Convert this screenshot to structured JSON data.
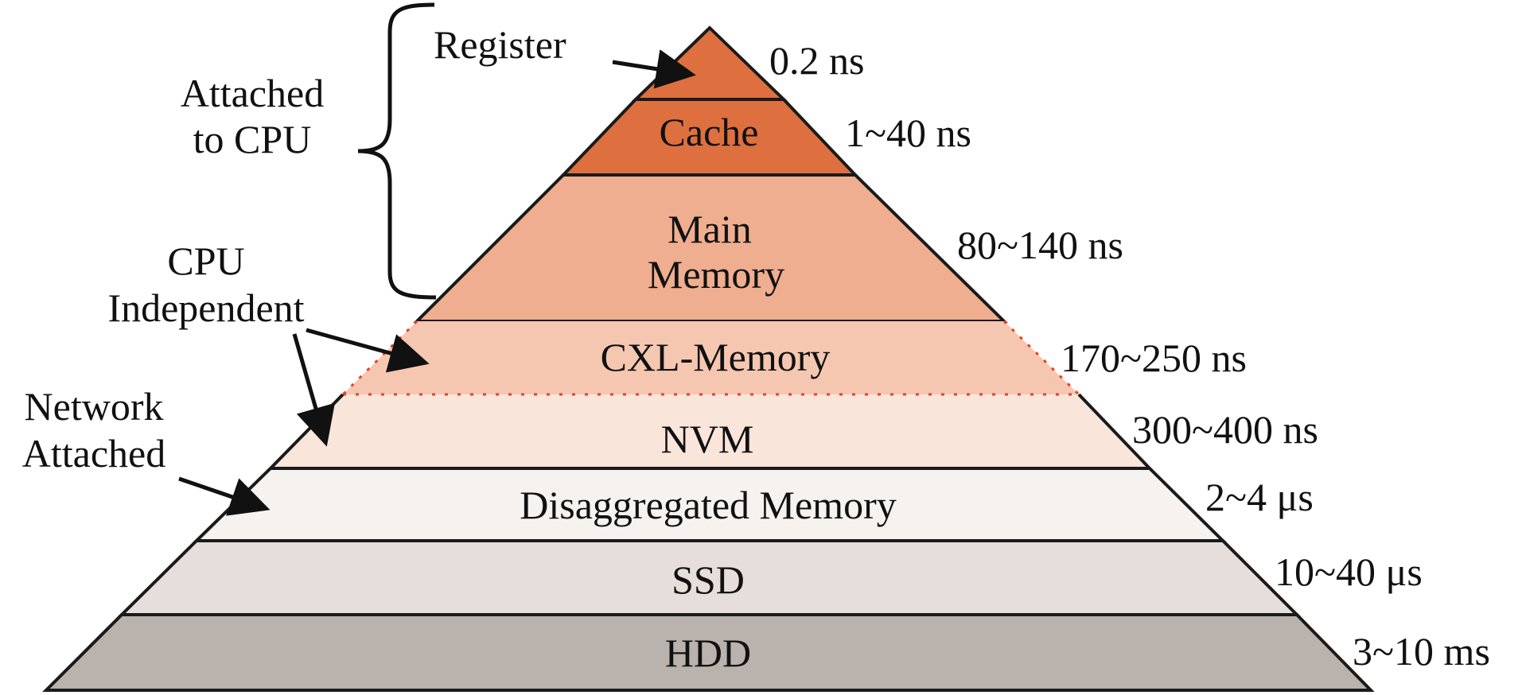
{
  "layers": [
    {
      "label": "Register",
      "latency": "0.2 ns",
      "color": "#de7040"
    },
    {
      "label": "Cache",
      "latency": "1~40 ns",
      "color": "#de7040"
    },
    {
      "label_lines": [
        "Main",
        "Memory"
      ],
      "latency": "80~140 ns",
      "color": "#efae8f"
    },
    {
      "label": "CXL-Memory",
      "latency": "170~250 ns",
      "color": "#f5c7b1"
    },
    {
      "label": "NVM",
      "latency": "300~400 ns",
      "color": "#fae5da"
    },
    {
      "label": "Disaggregated Memory",
      "latency": "2~4 μs",
      "color": "#f6f2ef"
    },
    {
      "label": "SSD",
      "latency": "10~40 μs",
      "color": "#e6dedb"
    },
    {
      "label": "HDD",
      "latency": "3~10 ms",
      "color": "#bab2ad"
    }
  ],
  "groups": {
    "attached_cpu": [
      "Attached",
      "to CPU"
    ],
    "cpu_independent": [
      "CPU",
      "Independent"
    ],
    "network_attached": [
      "Network",
      "Attached"
    ]
  },
  "divider_color": "#e8402a"
}
